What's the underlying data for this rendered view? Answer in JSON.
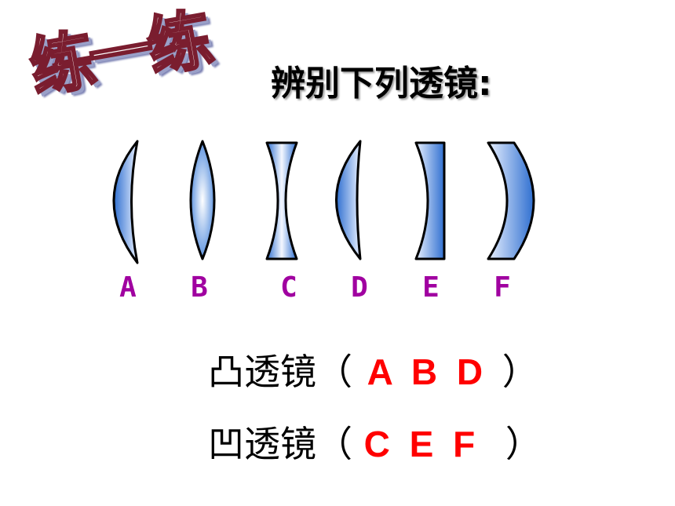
{
  "header": {
    "wordart": "练一练",
    "title": "辨别下列透镜:"
  },
  "lenses": [
    {
      "label": "A"
    },
    {
      "label": "B"
    },
    {
      "label": "C"
    },
    {
      "label": "D"
    },
    {
      "label": "E"
    },
    {
      "label": "F"
    }
  ],
  "answers": {
    "convex": {
      "label": "凸透镜",
      "open": "（",
      "value": "A B D",
      "close": "）"
    },
    "concave": {
      "label": "凹透镜",
      "open": "（",
      "value": "C E F",
      "close": "）"
    }
  },
  "colors": {
    "lens_fill": "#3f7fd9",
    "lens_highlight": "#f4f8ff",
    "letters": "#a000a0",
    "answer": "#ff0000"
  }
}
